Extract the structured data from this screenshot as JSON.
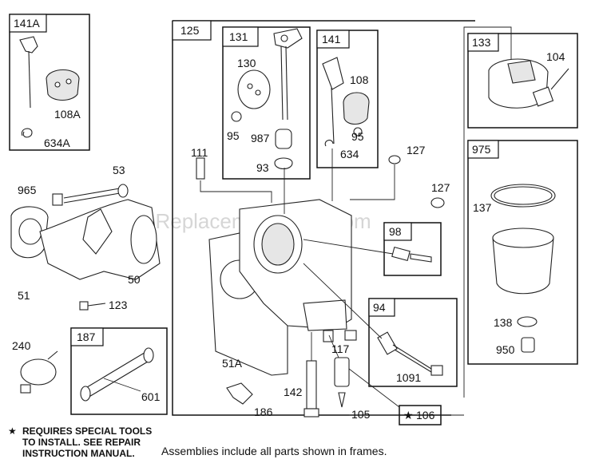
{
  "frames": {
    "f141A": "141A",
    "f125": "125",
    "f131": "131",
    "f141": "141",
    "f133": "133",
    "f975": "975",
    "f98": "98",
    "f94": "94",
    "f187": "187",
    "f106": "106"
  },
  "labels": {
    "l108A": "108A",
    "l634A": "634A",
    "l130": "130",
    "l95a": "95",
    "l987": "987",
    "l93": "93",
    "l108": "108",
    "l95b": "95",
    "l634": "634",
    "l104": "104",
    "l111": "111",
    "l127a": "127",
    "l127b": "127",
    "l137": "137",
    "l138": "138",
    "l950": "950",
    "l965": "965",
    "l53": "53",
    "l51": "51",
    "l50": "50",
    "l123": "123",
    "l240": "240",
    "l601": "601",
    "l51A": "51A",
    "l142": "142",
    "l186": "186",
    "l105": "105",
    "l117": "117",
    "l1091": "1091"
  },
  "watermark": "eReplacementParts.com",
  "notes": {
    "star_glyph": "★",
    "line1": "REQUIRES SPECIAL TOOLS",
    "line2": "TO INSTALL.  SEE REPAIR",
    "line3": "INSTRUCTION MANUAL.",
    "assemblies": "Assemblies include all parts shown in frames."
  },
  "icons": {
    "star": "star-icon"
  }
}
